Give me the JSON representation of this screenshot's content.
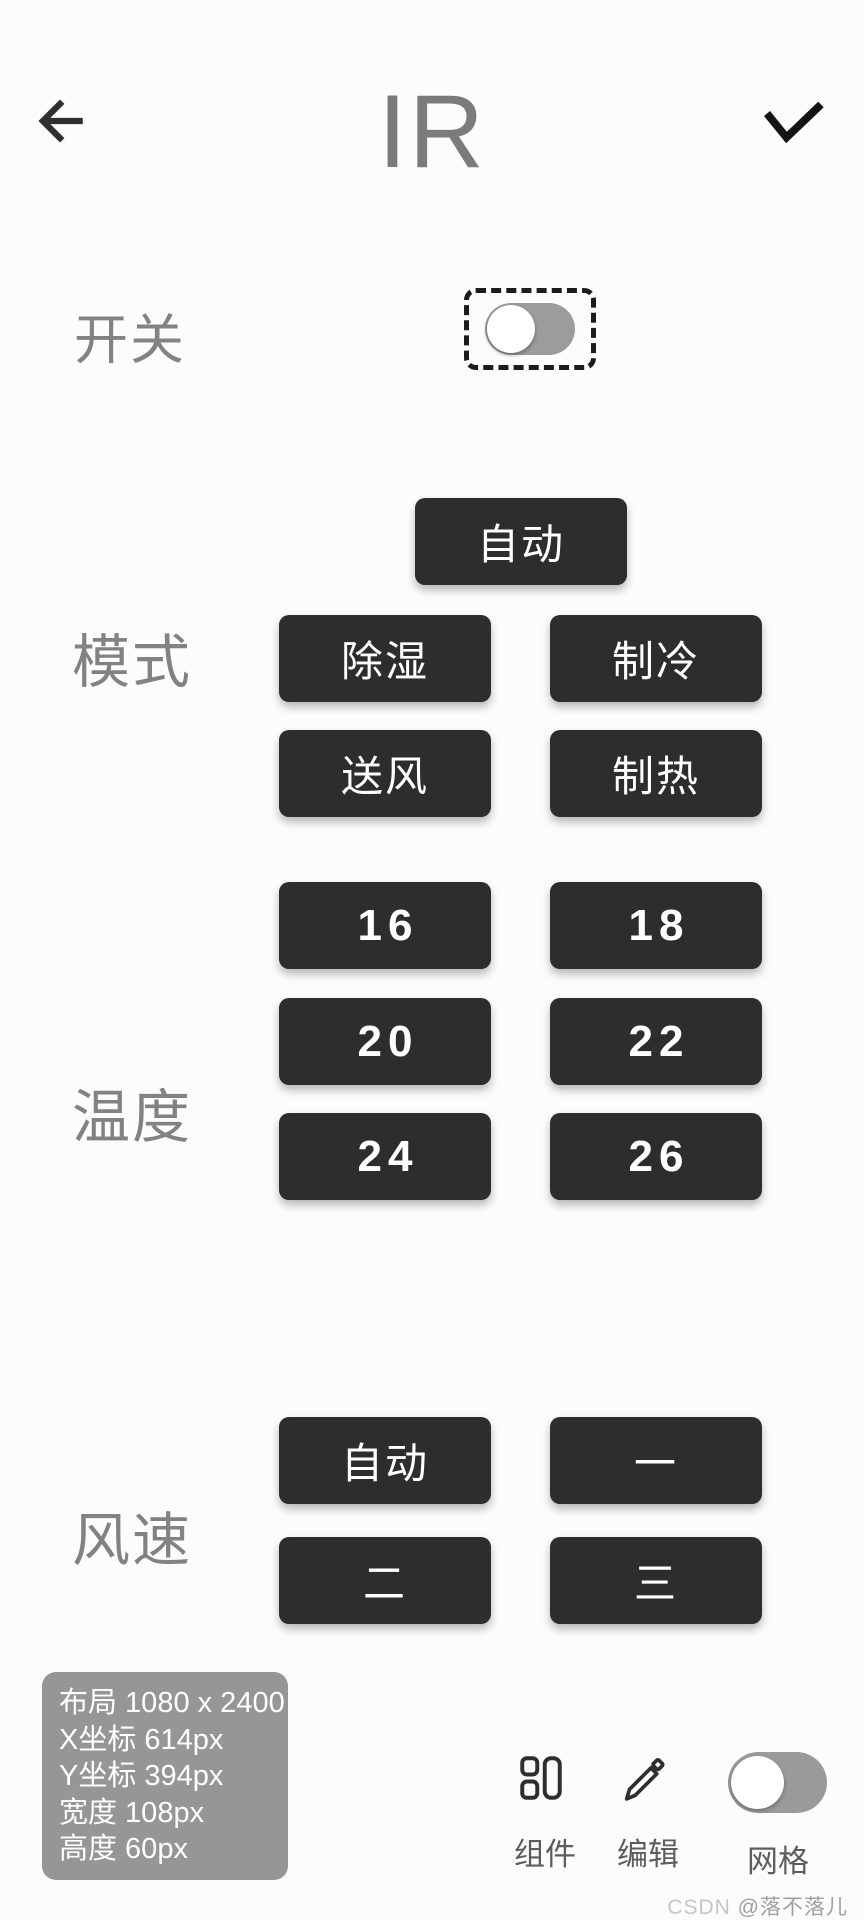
{
  "header": {
    "title": "IR",
    "back_icon": "arrow-left",
    "confirm_icon": "check"
  },
  "power": {
    "label": "开关",
    "switch_state": "off",
    "selected": true
  },
  "mode": {
    "label": "模式",
    "buttons": [
      "自动",
      "除湿",
      "制冷",
      "送风",
      "制热"
    ]
  },
  "temperature": {
    "label": "温度",
    "buttons": [
      "16",
      "18",
      "20",
      "22",
      "24",
      "26"
    ]
  },
  "fan": {
    "label": "风速",
    "buttons": [
      "自动",
      "一",
      "二",
      "三"
    ]
  },
  "info_panel": {
    "lines": [
      "布局 1080 x 2400",
      "X坐标 614px",
      "Y坐标 394px",
      "宽度 108px",
      "高度 60px"
    ]
  },
  "toolbar": {
    "components_label": "组件",
    "edit_label": "编辑",
    "grid_label": "网格",
    "grid_toggle_state": "off"
  },
  "watermark": {
    "prefix": "CSDN ",
    "handle": "@落不落儿"
  },
  "colors": {
    "button_bg": "#2d2d2d",
    "button_text": "#ffffff",
    "label_gray": "#828282",
    "title_gray": "#7b7b7b",
    "toggle_track": "#9c9c9c",
    "info_panel_bg": "#969696",
    "background": "#fcfcfc"
  }
}
